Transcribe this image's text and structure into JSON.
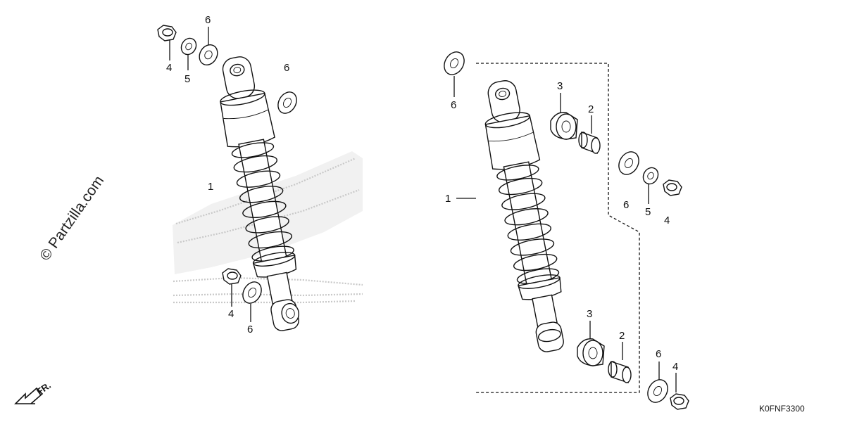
{
  "watermark": {
    "text": "© Partzilla.com"
  },
  "diagram_code": "K0FNF3300",
  "front_indicator": {
    "label": "FR."
  },
  "left_assembly": {
    "callouts": {
      "shock": "1",
      "top_nut": "4",
      "top_washer_small": "5",
      "top_washer_large": "6",
      "right_washer": "6",
      "bottom_nut": "4",
      "bottom_washer": "6"
    }
  },
  "right_assembly": {
    "callouts": {
      "shock": "1",
      "top_left_washer": "6",
      "upper_bushing": "3",
      "upper_collar": "2",
      "right_washer": "6",
      "right_washer_small": "5",
      "right_nut": "4",
      "lower_bushing": "3",
      "lower_collar": "2",
      "bottom_washer": "6",
      "bottom_nut": "4"
    }
  }
}
